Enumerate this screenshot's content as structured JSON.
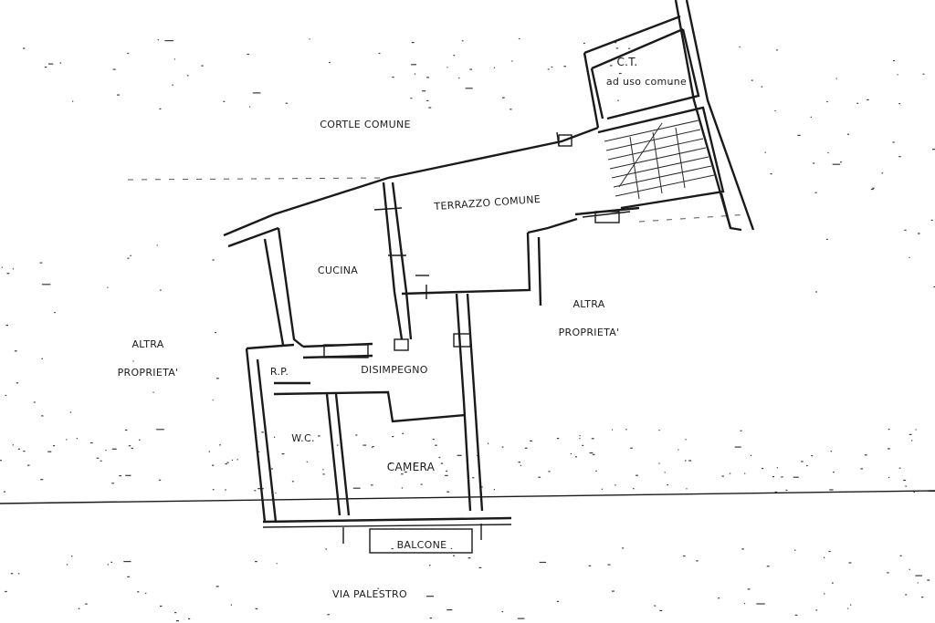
{
  "labels": {
    "ct": "C.T.",
    "ct_sub": "ad uso comune",
    "cortile": "CORTLE COMUNE",
    "terrazzo": "TERRAZZO COMUNE",
    "cucina": "CUCINA",
    "altra_right_1": "ALTRA",
    "altra_right_2": "PROPRIETA'",
    "altra_left_1": "ALTRA",
    "altra_left_2": "PROPRIETA'",
    "rp": "R.P.",
    "disimpegno": "DISIMPEGNO",
    "wc": "W.C.",
    "camera": "CAMERA",
    "balcone": "BALCONE",
    "via": "VIA PALESTRO"
  },
  "colors": {
    "ink": "#1a1a1a",
    "paper": "#ffffff"
  }
}
